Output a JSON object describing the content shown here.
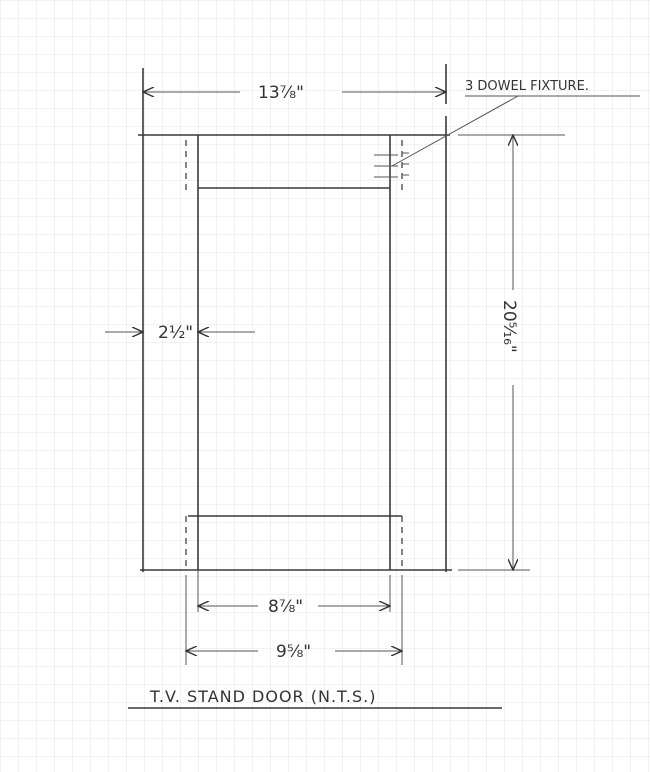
{
  "title": "T.V. STAND DOOR (N.T.S.)",
  "note": "3 DOWEL FIXTURE.",
  "dimensions": {
    "overall_width": "13⅞\"",
    "overall_height": "20⁵⁄₁₆\"",
    "stile_width": "2½\"",
    "inner_width": "8⅞\"",
    "rail_length": "9⅝\""
  }
}
